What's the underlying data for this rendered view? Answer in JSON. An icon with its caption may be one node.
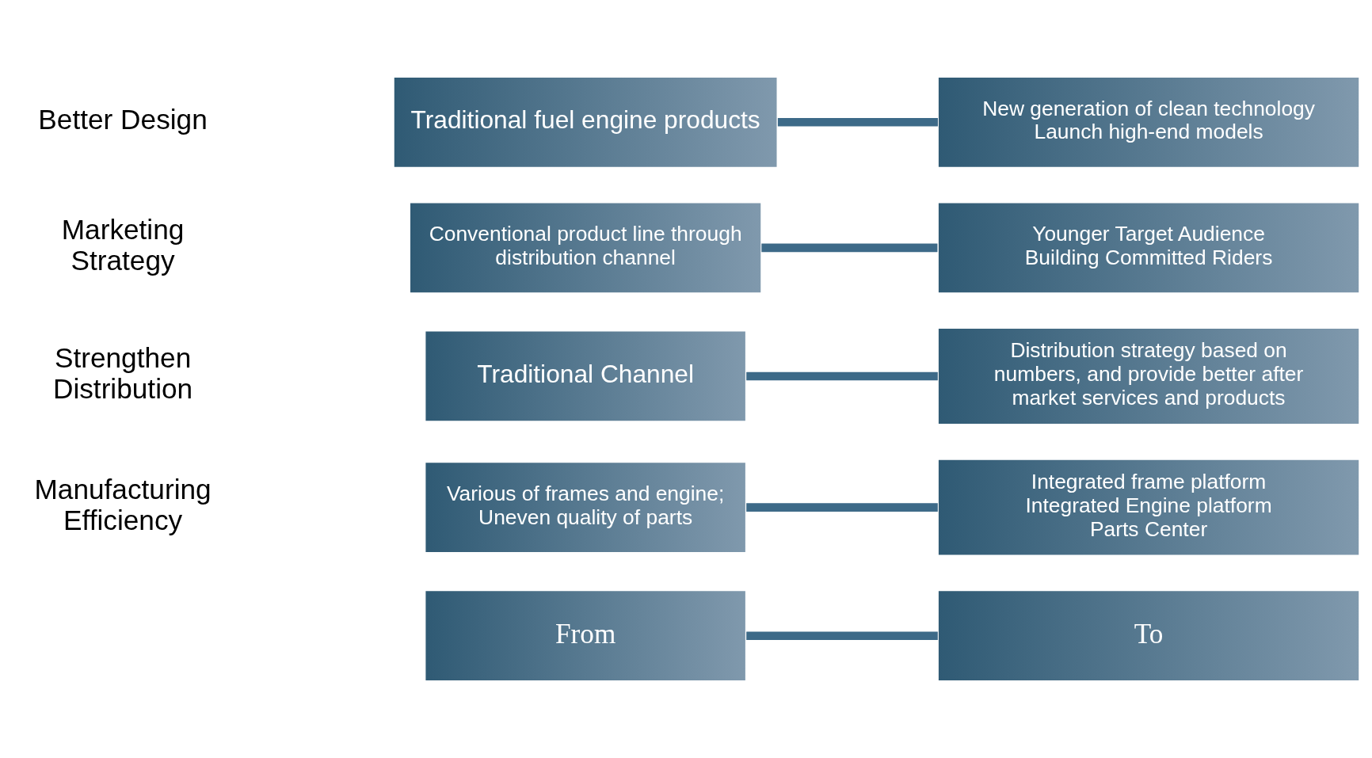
{
  "diagram": {
    "nodes": [
      {
        "text": [
          "From"
        ]
      },
      {
        "text": [
          "To"
        ]
      },
      {
        "text": [
          "Various of frames and engine; Uneven quality of parts"
        ]
      },
      {
        "text": [
          "Integrated frame platform",
          "Integrated Engine platform",
          "Parts Center"
        ]
      },
      {
        "text": [
          "Traditional Channel"
        ]
      },
      {
        "text": [
          "Distribution strategy based on numbers, and provide better after market services and products"
        ]
      },
      {
        "text": [
          "Conventional product line through distribution channel"
        ]
      },
      {
        "text": [
          "Younger Target Audience",
          "Building Committed Riders"
        ]
      },
      {
        "text": [
          "Traditional fuel engine products"
        ]
      },
      {
        "text": [
          "New generation of clean technology",
          "Launch high-end models"
        ]
      }
    ],
    "edges": [
      {
        "from": 0,
        "to": 1,
        "arrow": "none"
      },
      {
        "from": 2,
        "to": 3,
        "arrow": "none"
      },
      {
        "from": 4,
        "to": 5,
        "arrow": "none"
      },
      {
        "from": 6,
        "to": 7,
        "arrow": "none"
      },
      {
        "from": 8,
        "to": 9,
        "arrow": "none"
      }
    ],
    "labels": [
      "Manufacturing Efficiency",
      "Strengthen Distribution",
      "Marketing Strategy",
      "Better Design"
    ]
  }
}
